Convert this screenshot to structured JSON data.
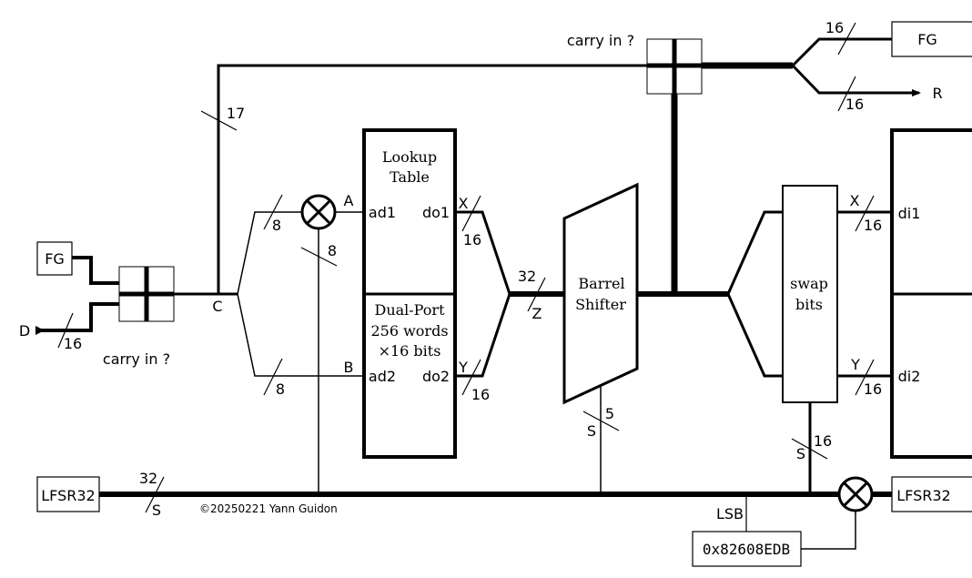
{
  "inputs": {
    "fg_left": "FG",
    "d_label": "D",
    "d_width": "16",
    "carry_in_left": "carry in ?",
    "c_label": "C",
    "width_17": "17"
  },
  "top": {
    "carry_in_top": "carry in ?",
    "fg_right": "FG",
    "fg_right_width": "16",
    "r_label": "R",
    "r_width": "16"
  },
  "branches": {
    "a_width": "8",
    "a_label": "A",
    "lfsr_tap_width": "8",
    "b_width": "8",
    "b_label": "B"
  },
  "ram": {
    "title_line1": "Lookup",
    "title_line2": "Table",
    "sub_line1": "Dual-Port",
    "sub_line2": "256 words",
    "sub_line3": "×16 bits",
    "ad1": "ad1",
    "do1": "do1",
    "ad2": "ad2",
    "do2": "do2",
    "x_label": "X",
    "x_width": "16",
    "y_label": "Y",
    "y_width": "16"
  },
  "shifter": {
    "line1": "Barrel",
    "line2": "Shifter",
    "z_width": "32",
    "z_label": "Z",
    "s_width": "5",
    "s_label": "S"
  },
  "swap": {
    "line1": "swap",
    "line2": "bits",
    "x_label": "X",
    "x_width": "16",
    "di1": "di1",
    "y_label": "Y",
    "y_width": "16",
    "di2": "di2",
    "s_width": "16",
    "s_label": "S"
  },
  "bottom": {
    "lfsr_left": "LFSR32",
    "lfsr_left_width": "32",
    "lfsr_left_s": "S",
    "copyright": "©20250221 Yann Guidon",
    "lsb": "LSB",
    "poly": "0x82608EDB",
    "lfsr_right": "LFSR32"
  }
}
